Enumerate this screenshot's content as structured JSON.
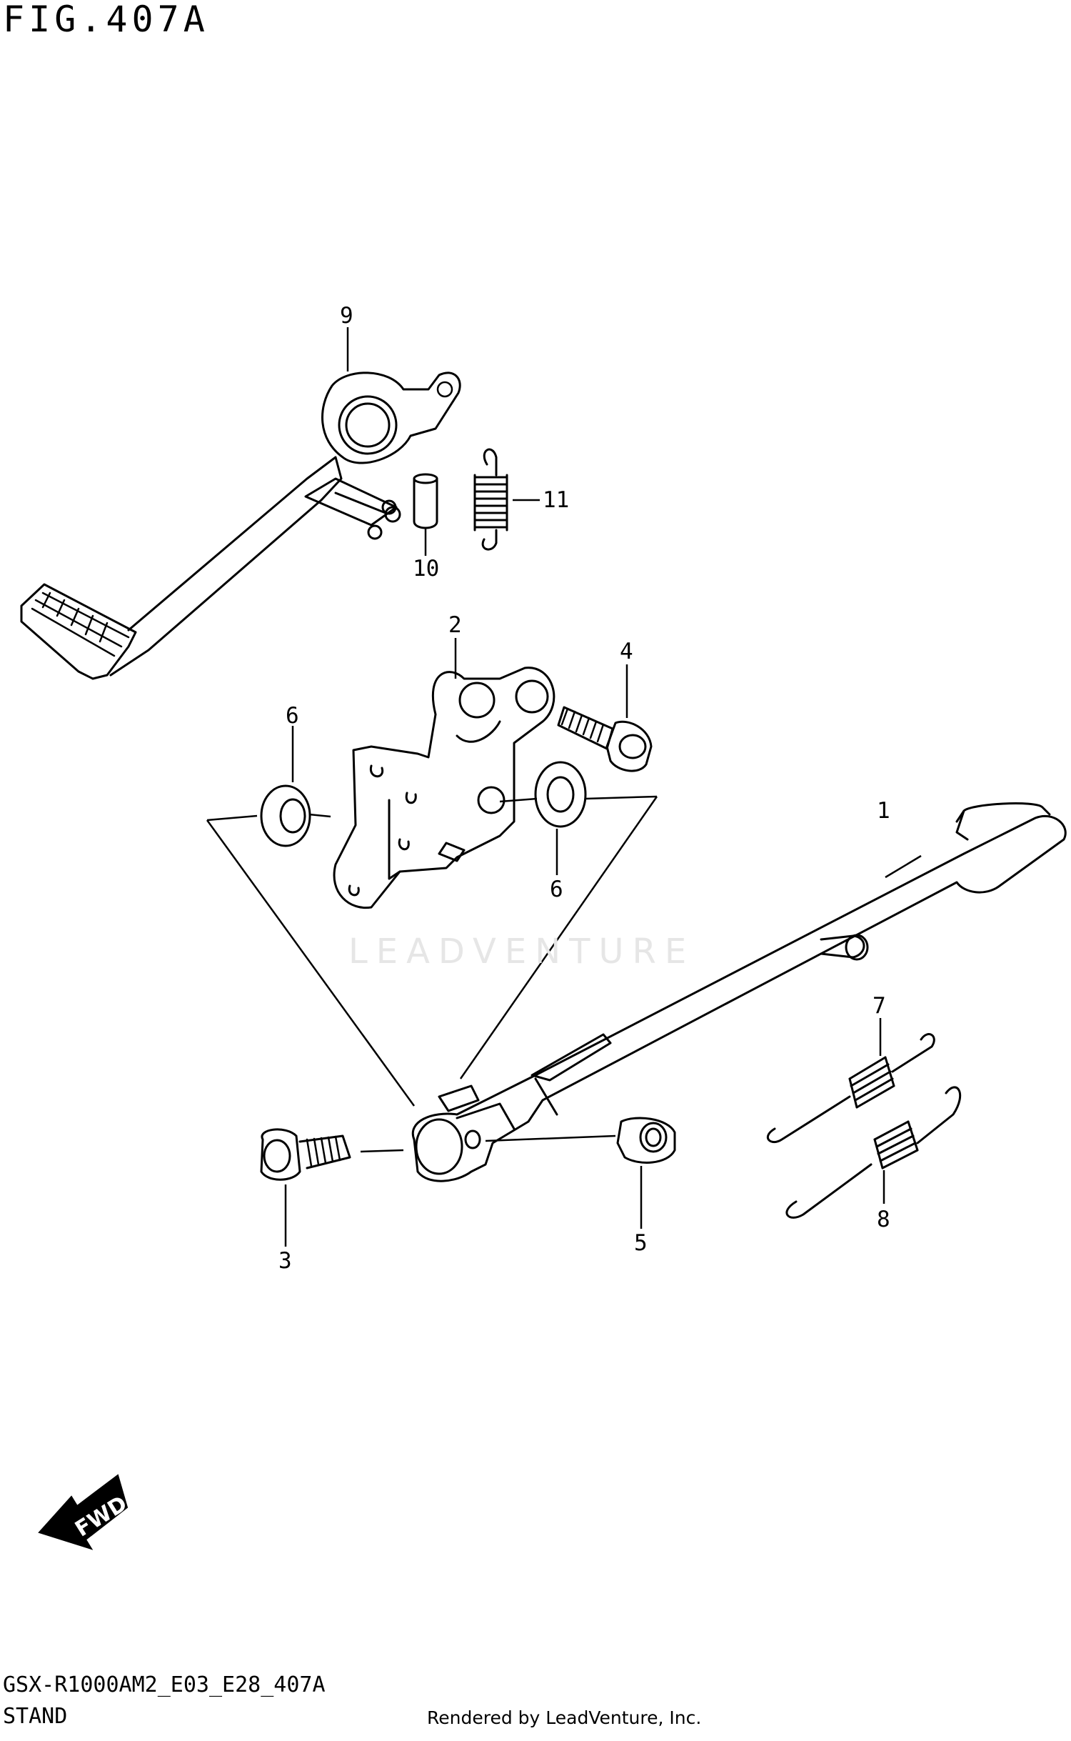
{
  "figure": {
    "title": "FIG.407A",
    "model_code": "GSX-R1000AM2_E03_E28_407A",
    "section": "STAND",
    "rendered_by": "Rendered by LeadVenture, Inc.",
    "watermark": "LEADVENTURE"
  },
  "direction_badge": {
    "label": "FWD",
    "icon": "fwd-arrow-icon"
  },
  "callouts": [
    {
      "id": "1",
      "label": "1"
    },
    {
      "id": "2",
      "label": "2"
    },
    {
      "id": "3",
      "label": "3"
    },
    {
      "id": "4",
      "label": "4"
    },
    {
      "id": "5",
      "label": "5"
    },
    {
      "id": "6a",
      "label": "6"
    },
    {
      "id": "6b",
      "label": "6"
    },
    {
      "id": "7",
      "label": "7"
    },
    {
      "id": "8",
      "label": "8"
    },
    {
      "id": "9",
      "label": "9"
    },
    {
      "id": "10",
      "label": "10"
    },
    {
      "id": "11",
      "label": "11"
    }
  ],
  "colors": {
    "line": "#000000",
    "background": "#ffffff",
    "watermark": "#e6e6e6"
  }
}
